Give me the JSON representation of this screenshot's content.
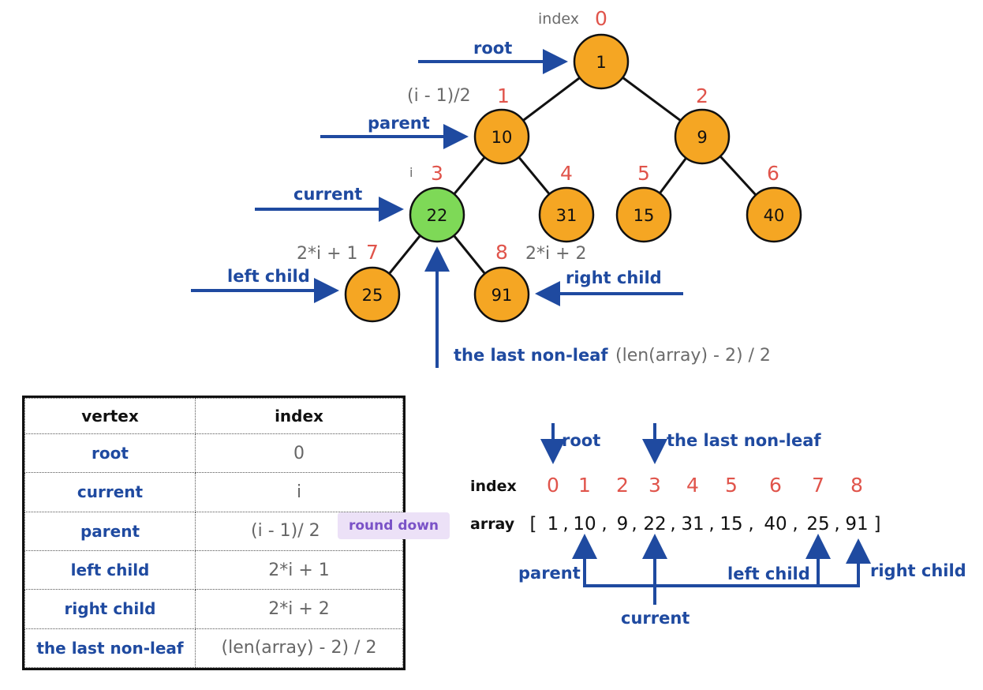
{
  "tree": {
    "nodes": [
      {
        "value": "1",
        "index": "0",
        "color": "#f5a623"
      },
      {
        "value": "10",
        "index": "1",
        "color": "#f5a623"
      },
      {
        "value": "9",
        "index": "2",
        "color": "#f5a623"
      },
      {
        "value": "22",
        "index": "3",
        "color": "#7ed957"
      },
      {
        "value": "31",
        "index": "4",
        "color": "#f5a623"
      },
      {
        "value": "15",
        "index": "5",
        "color": "#f5a623"
      },
      {
        "value": "40",
        "index": "6",
        "color": "#f5a623"
      },
      {
        "value": "25",
        "index": "7",
        "color": "#f5a623"
      },
      {
        "value": "91",
        "index": "8",
        "color": "#f5a623"
      }
    ],
    "labels": {
      "index_word": "index",
      "root": "root",
      "parent": "parent",
      "current": "current",
      "left_child": "left child",
      "right_child": "right child",
      "last_nonleaf": "the last non-leaf",
      "i_mark": "i",
      "parent_formula": "(i - 1)/2",
      "left_formula": "2*i + 1",
      "right_formula": "2*i + 2",
      "last_formula": "(len(array) - 2) / 2"
    }
  },
  "table": {
    "headers": [
      "vertex",
      "index"
    ],
    "rows": [
      {
        "vertex": "root",
        "index": "0"
      },
      {
        "vertex": "current",
        "index": "i"
      },
      {
        "vertex": "parent",
        "index": "(i - 1)/ 2"
      },
      {
        "vertex": "left child",
        "index": "2*i + 1"
      },
      {
        "vertex": "right child",
        "index": "2*i + 2"
      },
      {
        "vertex": "the last non-leaf",
        "index": "(len(array) - 2) / 2"
      }
    ],
    "note": "round down"
  },
  "array_view": {
    "index_label": "index",
    "array_label": "array",
    "indices": [
      "0",
      "1",
      "2",
      "3",
      "4",
      "5",
      "6",
      "7",
      "8"
    ],
    "values": [
      "1",
      "10",
      "9",
      "22",
      "31",
      "15",
      "40",
      "25",
      "91"
    ],
    "open_bracket": "[",
    "close_bracket": "]",
    "separator": ",",
    "root": "root",
    "last_nonleaf": "the last non-leaf",
    "parent": "parent",
    "current": "current",
    "left_child": "left child",
    "right_child": "right child"
  },
  "colors": {
    "arrow_blue": "#1f4aa0",
    "index_red": "#e0544b",
    "formula_gray": "#6b6b6b",
    "node_orange": "#f5a623",
    "node_green": "#7ed957",
    "note_purple": "#7a52c7"
  }
}
